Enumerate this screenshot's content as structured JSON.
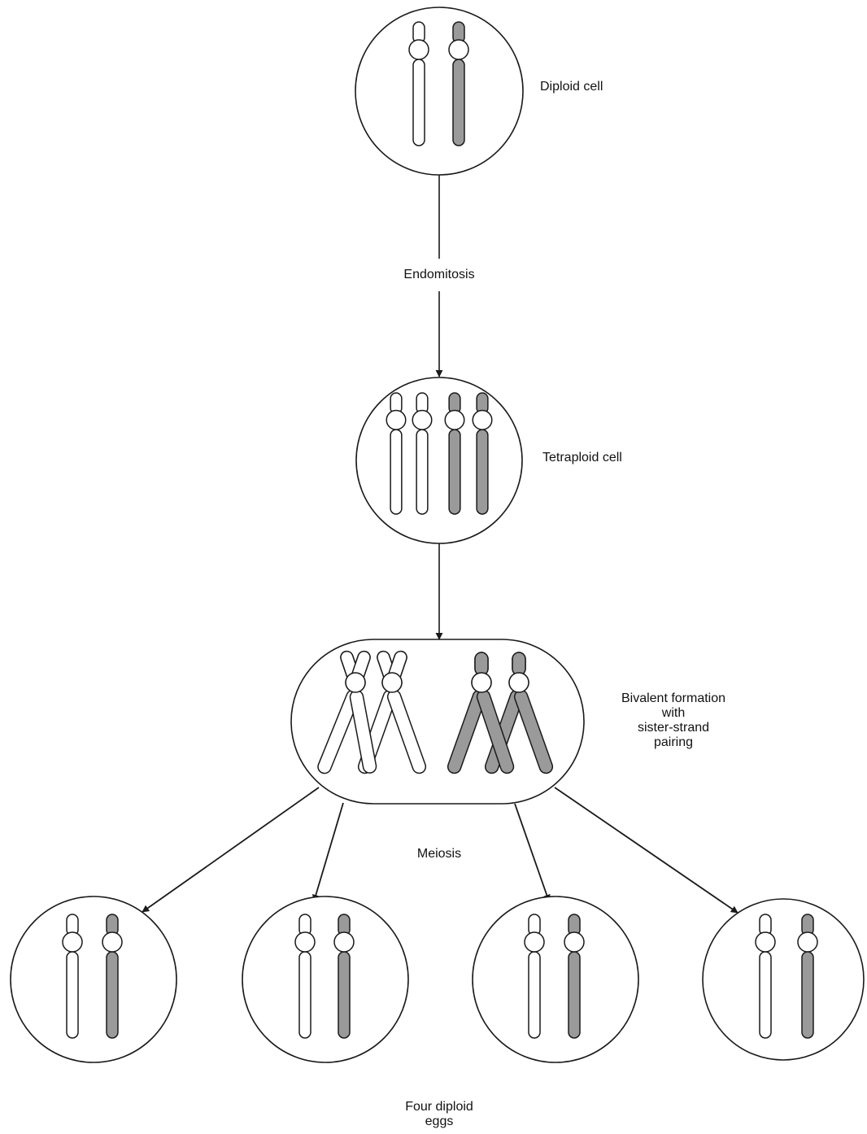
{
  "labels": {
    "diploid_cell": "Diploid cell",
    "endomitosis": "Endomitosis",
    "tetraploid_cell": "Tetraploid cell",
    "bivalent": [
      "Bivalent formation",
      "with",
      "sister-strand",
      "pairing"
    ],
    "meiosis": "Meiosis",
    "four_eggs": [
      "Four diploid",
      "eggs"
    ]
  },
  "colors": {
    "line": "#1a1a1a",
    "shaded_chromosome": "#9a9a9a",
    "open_chromosome": "#ffffff"
  },
  "diagram": {
    "stages": [
      "diploid cell",
      "tetraploid cell",
      "bivalent formation",
      "four diploid eggs"
    ],
    "chromosomes_per_stage": {
      "diploid_cell": 2,
      "tetraploid_cell": 4,
      "bivalent": 4,
      "each_egg": 2
    },
    "egg_count": 4
  }
}
